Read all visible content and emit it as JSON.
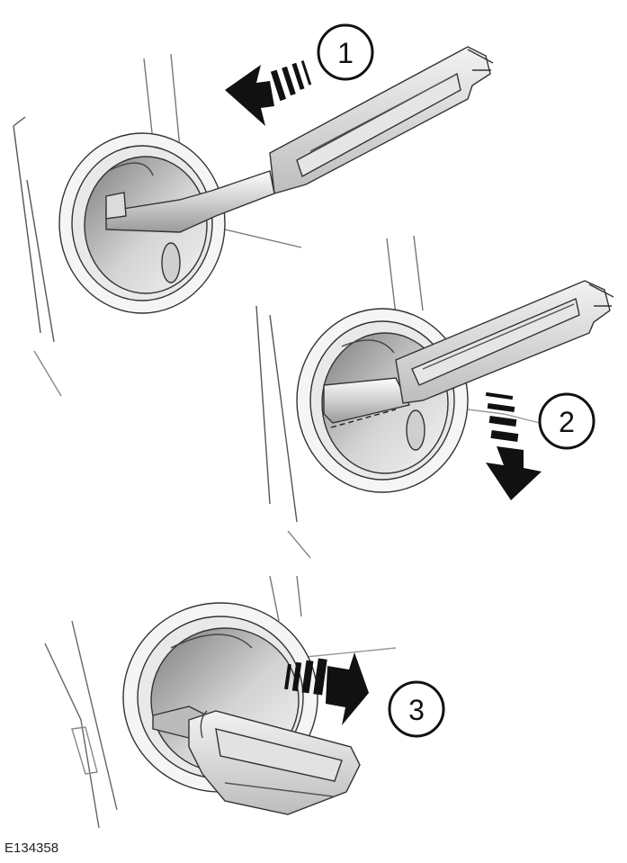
{
  "steps": [
    {
      "label": "1",
      "direction": "left"
    },
    {
      "label": "2",
      "direction": "down"
    },
    {
      "label": "3",
      "direction": "right"
    }
  ],
  "figure_id": "E134358"
}
